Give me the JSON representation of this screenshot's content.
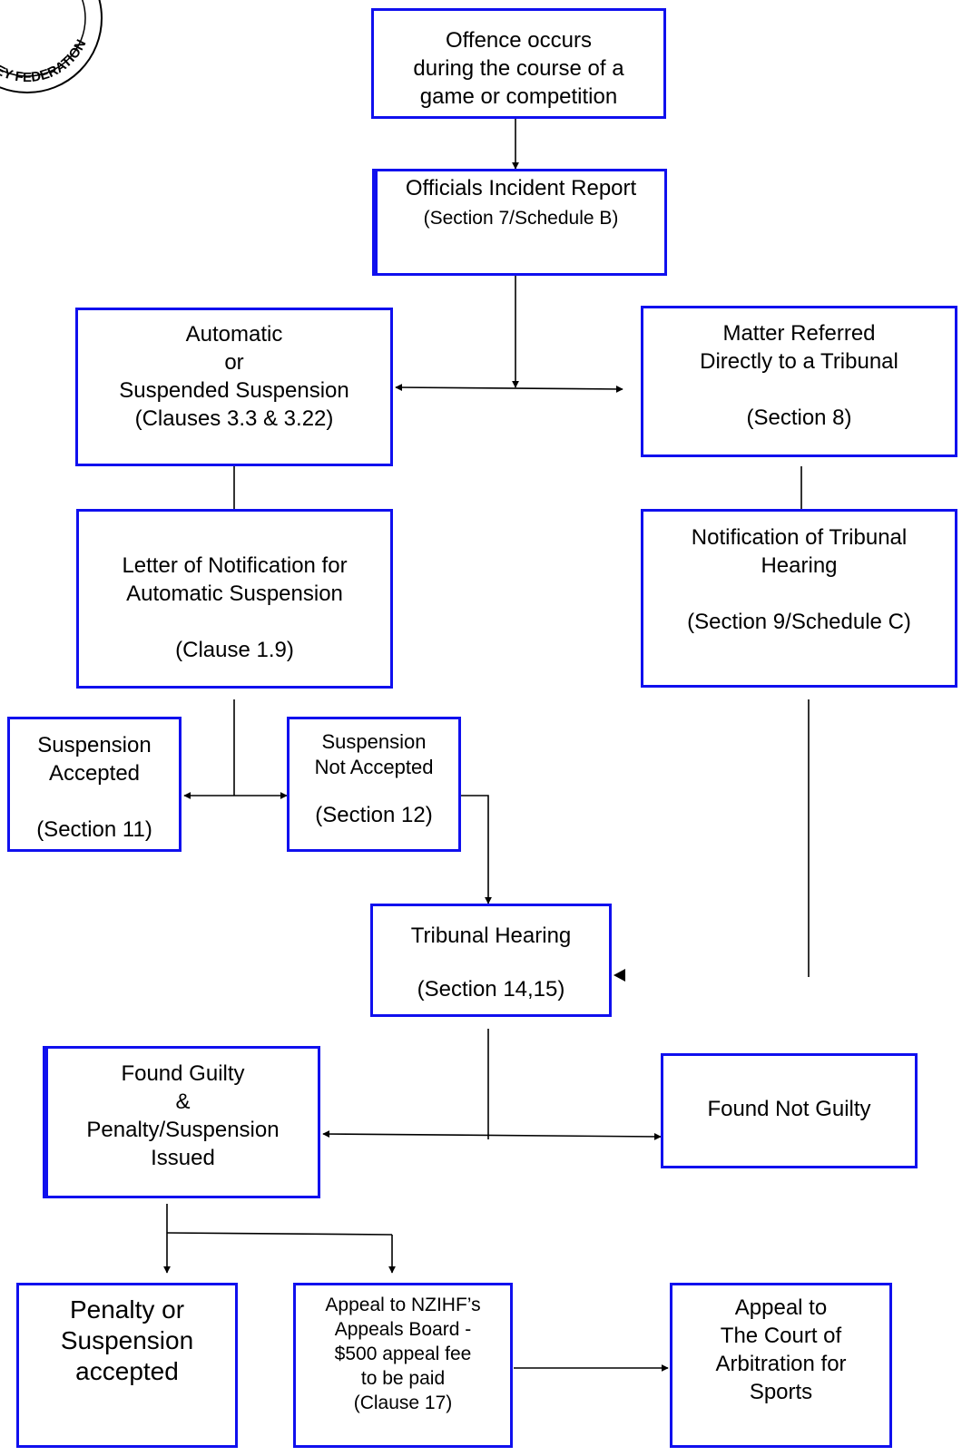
{
  "colors": {
    "box_border": "#1010ee",
    "line": "#000000"
  },
  "logo": {
    "text": "HOCKEY FEDERATION"
  },
  "boxes": {
    "offence": {
      "lines": [
        "Offence occurs",
        "during the course of a",
        "game or competition"
      ]
    },
    "report": {
      "lines": [
        "Officials Incident Report",
        "(Section 7/Schedule B)"
      ]
    },
    "automatic": {
      "lines": [
        "Automatic",
        "or",
        "Suspended Suspension",
        "(Clauses 3.3 & 3.22)"
      ]
    },
    "referred": {
      "lines": [
        "Matter Referred",
        "Directly to a Tribunal",
        "",
        "(Section 8)"
      ]
    },
    "letter": {
      "lines": [
        "Letter of Notification for",
        "Automatic Suspension",
        "",
        "(Clause 1.9)"
      ]
    },
    "notification": {
      "lines": [
        "Notification of Tribunal",
        "Hearing",
        "",
        "(Section 9/Schedule C)"
      ]
    },
    "accepted": {
      "lines": [
        "Suspension",
        "Accepted",
        "",
        "(Section 11)"
      ]
    },
    "not_accepted": {
      "lines": [
        "Suspension",
        "Not Accepted",
        "",
        "(Section 12)"
      ]
    },
    "tribunal": {
      "lines": [
        "Tribunal Hearing",
        "",
        "(Section 14,15)"
      ]
    },
    "guilty": {
      "lines": [
        "Found Guilty",
        "&",
        "Penalty/Suspension",
        "Issued"
      ]
    },
    "not_guilty": {
      "lines": [
        "Found Not Guilty"
      ]
    },
    "penalty": {
      "lines": [
        "Penalty or",
        "Suspension",
        "accepted"
      ]
    },
    "appeal_board": {
      "lines": [
        "Appeal to NZIHF’s",
        "Appeals Board -",
        "$500 appeal fee",
        "to be paid",
        "(Clause 17)"
      ]
    },
    "appeal_cas": {
      "lines": [
        "Appeal to",
        "The Court of",
        "Arbitration for",
        "Sports"
      ]
    }
  }
}
